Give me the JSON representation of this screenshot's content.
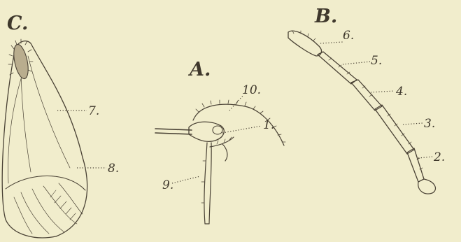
{
  "figures": {
    "C": {
      "label": "C."
    },
    "A": {
      "label": "A."
    },
    "B": {
      "label": "B."
    }
  },
  "callouts": {
    "n1": "1.",
    "n2": "2.",
    "n3": "3.",
    "n4": "4.",
    "n5": "5.",
    "n6": "6.",
    "n7": "7.",
    "n8": "8.",
    "n9": "9.",
    "n10": "10."
  }
}
